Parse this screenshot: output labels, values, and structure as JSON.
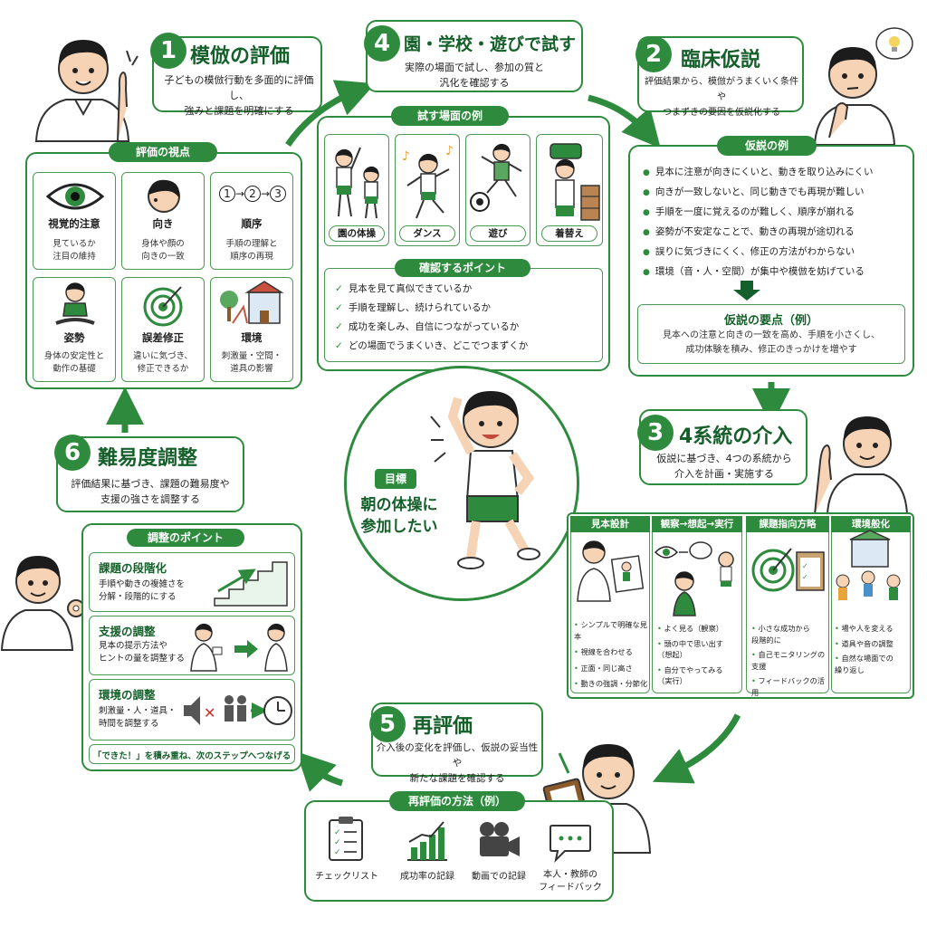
{
  "colors": {
    "primary": "#2e8b3e",
    "dark": "#15602a",
    "light": "#e9f5ea",
    "skin": "#f6d3b5",
    "hair": "#1c1c1c"
  },
  "sections": {
    "s1": {
      "number": "1",
      "title": "模倣の評価",
      "desc": "子どもの模倣行動を多面的に評価し、\n強みと課題を明確にする"
    },
    "s2": {
      "number": "2",
      "title": "臨床仮説",
      "desc": "評価結果から、模倣がうまくいく条件や\nつまずきの要因を仮説化する"
    },
    "s3": {
      "number": "3",
      "title": "4系統の介入",
      "desc": "仮説に基づき、4つの系統から\n介入を計画・実施する"
    },
    "s4": {
      "number": "4",
      "title": "園・学校・遊びで試す",
      "desc": "実際の場面で試し、参加の質と\n汎化を確認する"
    },
    "s5": {
      "number": "5",
      "title": "再評価",
      "desc": "介入後の変化を評価し、仮説の妥当性や\n新たな課題を確認する"
    },
    "s6": {
      "number": "6",
      "title": "難易度調整",
      "desc": "評価結果に基づき、課題の難易度や\n支援の強さを調整する"
    }
  },
  "eval_perspectives": {
    "heading": "評価の視点",
    "items": [
      {
        "icon": "eye-icon",
        "label": "視覚的注意",
        "sub": "見ているか\n注目の維持"
      },
      {
        "icon": "head-turn-icon",
        "label": "向き",
        "sub": "身体や顔の\n向きの一致"
      },
      {
        "icon": "sequence-icon",
        "label": "順序",
        "sub": "手順の理解と\n順序の再現",
        "seq": [
          "1",
          "2",
          "3"
        ]
      },
      {
        "icon": "sitting-child-icon",
        "label": "姿勢",
        "sub": "身体の安定性と\n動作の基礎"
      },
      {
        "icon": "target-icon",
        "label": "誤差修正",
        "sub": "違いに気づき、\n修正できるか"
      },
      {
        "icon": "school-icon",
        "label": "環境",
        "sub": "刺激量・空間・\n道具の影響"
      }
    ]
  },
  "trial_scenes": {
    "heading": "試す場面の例",
    "items": [
      {
        "icon": "morning-exercise-icon",
        "label": "園の体操"
      },
      {
        "icon": "dance-icon",
        "label": "ダンス"
      },
      {
        "icon": "play-ball-icon",
        "label": "遊び"
      },
      {
        "icon": "changing-clothes-icon",
        "label": "着替え"
      }
    ],
    "check_heading": "確認するポイント",
    "checks": [
      "見本を見て真似できているか",
      "手順を理解し、続けられているか",
      "成功を楽しみ、自信につながっているか",
      "どの場面でうまくいき、どこでつまずくか"
    ]
  },
  "hypothesis": {
    "heading": "仮説の例",
    "items": [
      "見本に注意が向きにくいと、動きを取り込みにくい",
      "向きが一致しないと、同じ動きでも再現が難しい",
      "手順を一度に覚えるのが難しく、順序が崩れる",
      "姿勢が不安定なことで、動きの再現が途切れる",
      "誤りに気づきにくく、修正の方法がわからない",
      "環境（音・人・空間）が集中や模倣を妨げている"
    ],
    "key_title": "仮説の要点（例）",
    "key_text": "見本への注意と向きの一致を高め、手順を小さくし、\n成功体験を積み、修正のきっかけを増やす"
  },
  "goal": {
    "badge": "目標",
    "text": "朝の体操に\n参加したい"
  },
  "interventions": [
    {
      "title": "見本設計",
      "icon": "model-demo-icon",
      "items": [
        "シンプルで明確な見本",
        "視線を合わせる",
        "正面・同じ高さ",
        "動きの強調・分節化"
      ]
    },
    {
      "title": "観察→想起→実行",
      "icon": "observe-recall-act-icon",
      "items": [
        "よく見る（観察）",
        "頭の中で思い出す\n（想起）",
        "自分でやってみる\n（実行）"
      ]
    },
    {
      "title": "課題指向方略",
      "icon": "task-target-icon",
      "items": [
        "小さな成功から\n段階的に",
        "自己モニタリングの\n支援",
        "フィードバックの活用"
      ]
    },
    {
      "title": "環境般化",
      "icon": "environment-icon",
      "items": [
        "場や人を変える",
        "道具や音の調整",
        "自然な場面での\n繰り返し"
      ]
    }
  ],
  "adjust": {
    "heading": "調整のポイント",
    "items": [
      {
        "title": "課題の段階化",
        "text": "手順や動きの複雑さを\n分解・段階的にする",
        "icon": "stairs-icon"
      },
      {
        "title": "支援の調整",
        "text": "見本の提示方法や\nヒントの量を調整する",
        "icon": "support-icon"
      },
      {
        "title": "環境の調整",
        "text": "刺激量・人・道具・\n時間を調整する",
        "icon": "environment-adjust-icon"
      }
    ],
    "footer": "「できた！」を積み重ね、次のステップへつなげる"
  },
  "reeval_methods": {
    "heading": "再評価の方法（例）",
    "items": [
      {
        "icon": "checklist-icon",
        "label": "チェックリスト"
      },
      {
        "icon": "success-rate-chart-icon",
        "label": "成功率の記録"
      },
      {
        "icon": "video-camera-icon",
        "label": "動画での記録"
      },
      {
        "icon": "speech-bubble-icon",
        "label": "本人・教師の\nフィードバック"
      }
    ]
  }
}
